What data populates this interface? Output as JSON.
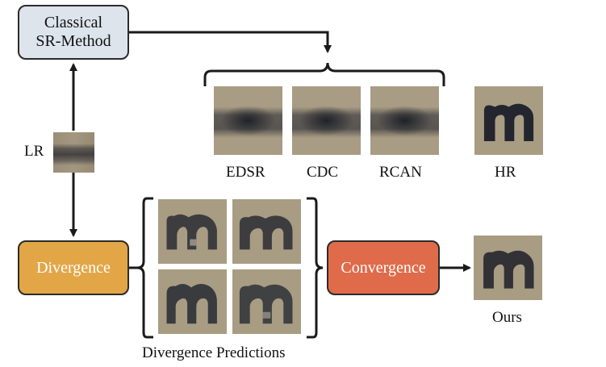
{
  "nodes": {
    "classical": {
      "line1": "Classical",
      "line2": "SR-Method"
    },
    "divergence": {
      "label": "Divergence"
    },
    "convergence": {
      "label": "Convergence"
    }
  },
  "labels": {
    "lr": "LR",
    "edsr": "EDSR",
    "cdc": "CDC",
    "rcan": "RCAN",
    "hr": "HR",
    "ours": "Ours",
    "divergence_predictions": "Divergence Predictions"
  },
  "colors": {
    "classical_box": "#dde4ec",
    "divergence_box": "#e2a647",
    "convergence_box": "#df6b4a",
    "patch_background": "#a89c83",
    "glyph_dark": "#23262e"
  }
}
